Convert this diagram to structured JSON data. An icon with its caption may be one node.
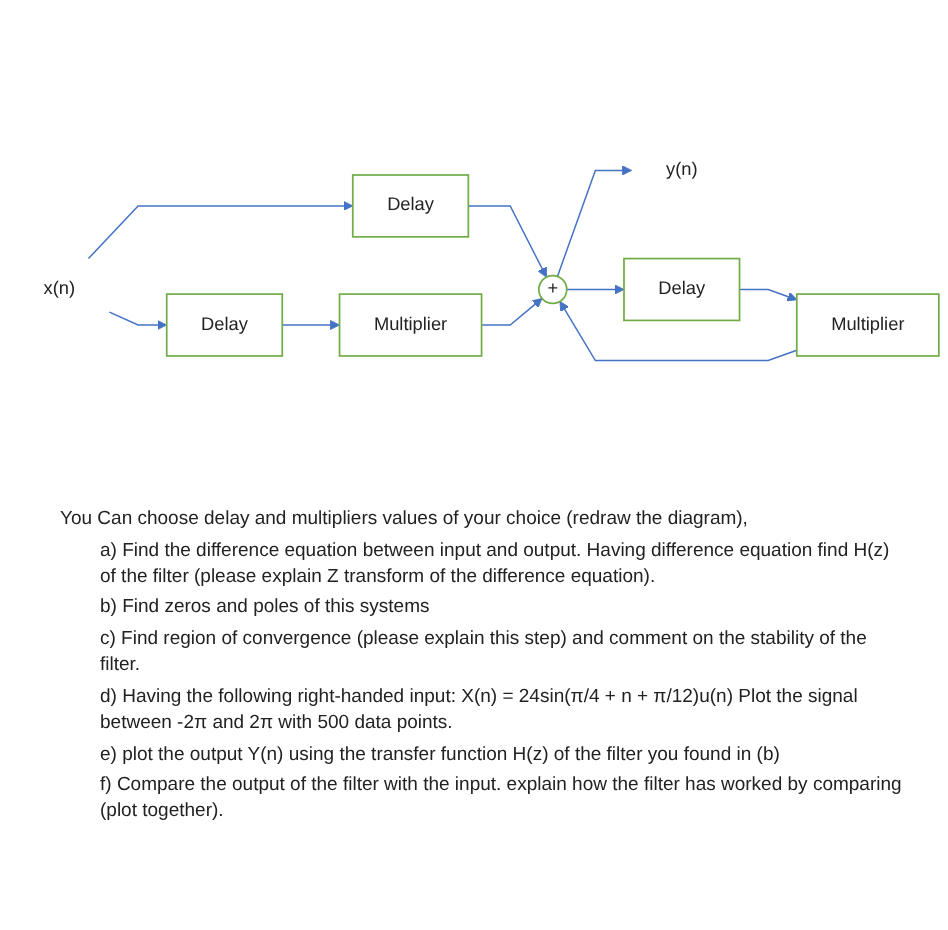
{
  "diagram": {
    "nodes": [
      {
        "text": [
          "x(n)"
        ]
      },
      {
        "text": [
          "Delay"
        ]
      },
      {
        "text": [
          "Delay"
        ]
      },
      {
        "text": [
          "Multiplier"
        ]
      },
      {
        "text": [
          "+"
        ]
      },
      {
        "text": [
          "y(n)"
        ]
      },
      {
        "text": [
          "Multiplier"
        ]
      },
      {
        "text": [
          "Delay"
        ]
      }
    ],
    "edges": [
      {
        "from": 0,
        "to": 1,
        "arrow": "to"
      },
      {
        "from": 0,
        "to": 2,
        "arrow": "to"
      },
      {
        "from": 2,
        "to": 3,
        "arrow": "to"
      },
      {
        "from": 1,
        "to": 4,
        "arrow": "to"
      },
      {
        "from": 3,
        "to": 4,
        "arrow": "to"
      },
      {
        "from": 4,
        "to": 5,
        "arrow": "to"
      },
      {
        "from": 4,
        "to": 7,
        "arrow": "to"
      },
      {
        "from": 7,
        "to": 6,
        "arrow": "to"
      },
      {
        "from": 6,
        "to": 4,
        "arrow": "to"
      }
    ],
    "labels": [
      "You Can choose delay and multipliers values of your choice (redraw the diagram),",
      "a) Find the difference equation between input and output. Having difference equation find H(z) of the filter (please explain Z transform of the difference equation).",
      "b) Find zeros and poles of this systems",
      "c) Find region of convergence (please explain this step) and comment on the stability of the filter.",
      "d) Having the following right-handed input: X(n) = 24sin(π/4 + n + π/12)u(n) Plot the signal between -2π and 2π with 500 data points.",
      "e) plot the output Y(n) using the transfer function H(z) of the filter you found in (b)",
      "f) Compare the output of the filter with the input. explain how the filter has worked by comparing (plot together)."
    ]
  }
}
